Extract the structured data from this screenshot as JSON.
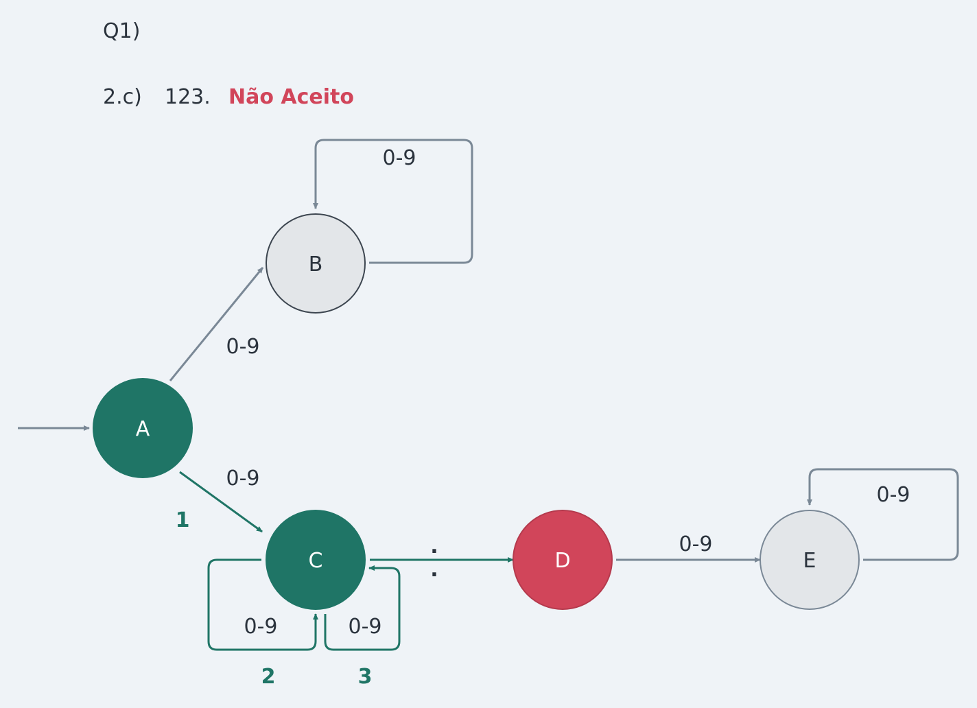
{
  "header": {
    "question": "Q1)",
    "subquestion": "2.c)",
    "input": "123.",
    "verdict": "Não Aceito"
  },
  "colors": {
    "background": "#eff3f7",
    "visited": "#1f7566",
    "rejected": "#d1455a",
    "unvisited": "#e3e6e9",
    "edge_gray": "#7a8896",
    "text": "#2b333d"
  },
  "states": {
    "A": "A",
    "B": "B",
    "C": "C",
    "D": "D",
    "E": "E"
  },
  "transitions": {
    "b_loop": "0-9",
    "a_to_b": "0-9",
    "a_to_c": "0-9",
    "c_loop_left": "0-9",
    "c_loop_right": "0-9",
    "c_to_d": ".",
    "d_to_e": "0-9",
    "e_loop": "0-9"
  },
  "steps": {
    "step1": "1",
    "step2": "2",
    "step3": "3"
  }
}
